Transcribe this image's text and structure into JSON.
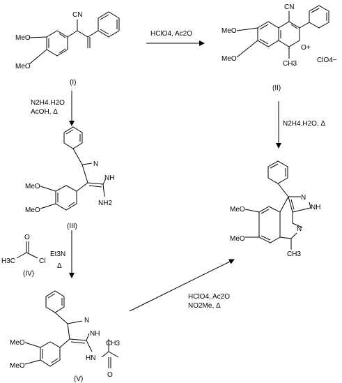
{
  "scheme": {
    "compound_I": {
      "label": "(I)",
      "substituents": {
        "cn": "CN",
        "meo_a": "MeO",
        "meo_b": "MeO"
      }
    },
    "compound_II": {
      "label": "(II)",
      "substituents": {
        "cn": "CN",
        "meo_a": "MeO",
        "meo_b": "MeO",
        "o_plus": "O+",
        "ch3": "CH3",
        "counterion": "ClO4−"
      }
    },
    "compound_III": {
      "label": "(III)",
      "substituents": {
        "n": "N",
        "nh": "NH",
        "nh2": "NH2",
        "meo_a": "MeO",
        "meo_b": "MeO"
      }
    },
    "compound_IV": {
      "label": "(IV)",
      "substituents": {
        "h3c": "H3C",
        "o": "O",
        "cl": "Cl"
      }
    },
    "compound_V": {
      "label": "(V)",
      "substituents": {
        "n": "N",
        "nh": "NH",
        "hn": "HN",
        "ch3": "CH3",
        "o": "O",
        "meo_a": "MeO",
        "meo_b": "MeO"
      }
    },
    "product": {
      "substituents": {
        "n_top": "N",
        "nh": "NH",
        "n_ring": "N",
        "ch3": "CH3",
        "meo_a": "MeO",
        "meo_b": "MeO"
      }
    },
    "reagents": {
      "i_to_ii": "HClO4, Ac2O",
      "i_to_iii_line1": "N2H4.H2O",
      "i_to_iii_line2": "AcOH, Δ",
      "ii_to_product": "N2H4.H2O, Δ",
      "iii_to_v_line1": "Et3N",
      "iii_to_v_line2": "Δ",
      "v_to_product_line1": "HClO4, Ac2O",
      "v_to_product_line2": "NO2Me, Δ"
    }
  }
}
